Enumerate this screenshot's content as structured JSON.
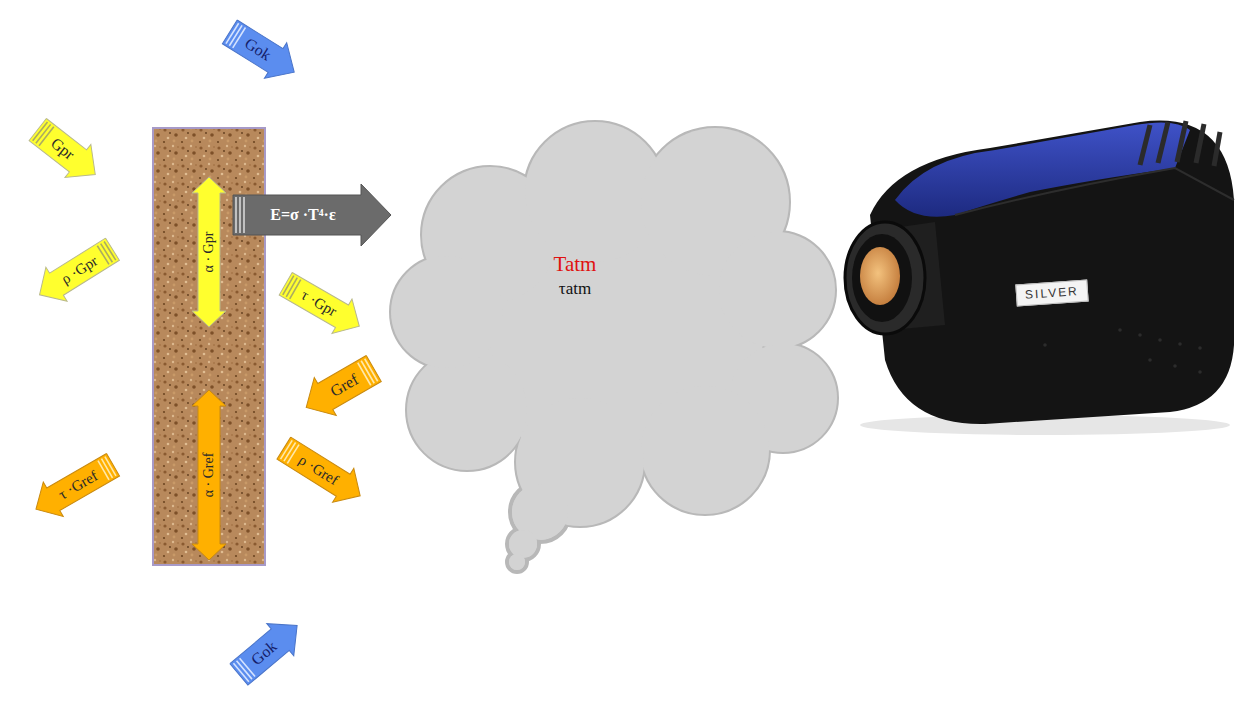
{
  "diagram": {
    "nodes": [
      {
        "text": [
          "Gok"
        ]
      },
      {
        "text": [
          "Gpr"
        ]
      },
      {
        "text": [
          "ρ ·Gpr"
        ]
      },
      {
        "text": [
          "α · Gpr"
        ]
      },
      {
        "text": [
          "E=σ ·T⁴·ε"
        ]
      },
      {
        "text": [
          "τ ·Gpr"
        ]
      },
      {
        "text": [
          "Gref"
        ]
      },
      {
        "text": [
          "α · Gref"
        ]
      },
      {
        "text": [
          "ρ ·Gref"
        ]
      },
      {
        "text": [
          "τ ·Gref"
        ]
      },
      {
        "text": [
          "Gok"
        ]
      },
      {
        "text": [
          "Tatm",
          "τatm"
        ]
      }
    ],
    "labels": [
      "SILVER"
    ]
  }
}
